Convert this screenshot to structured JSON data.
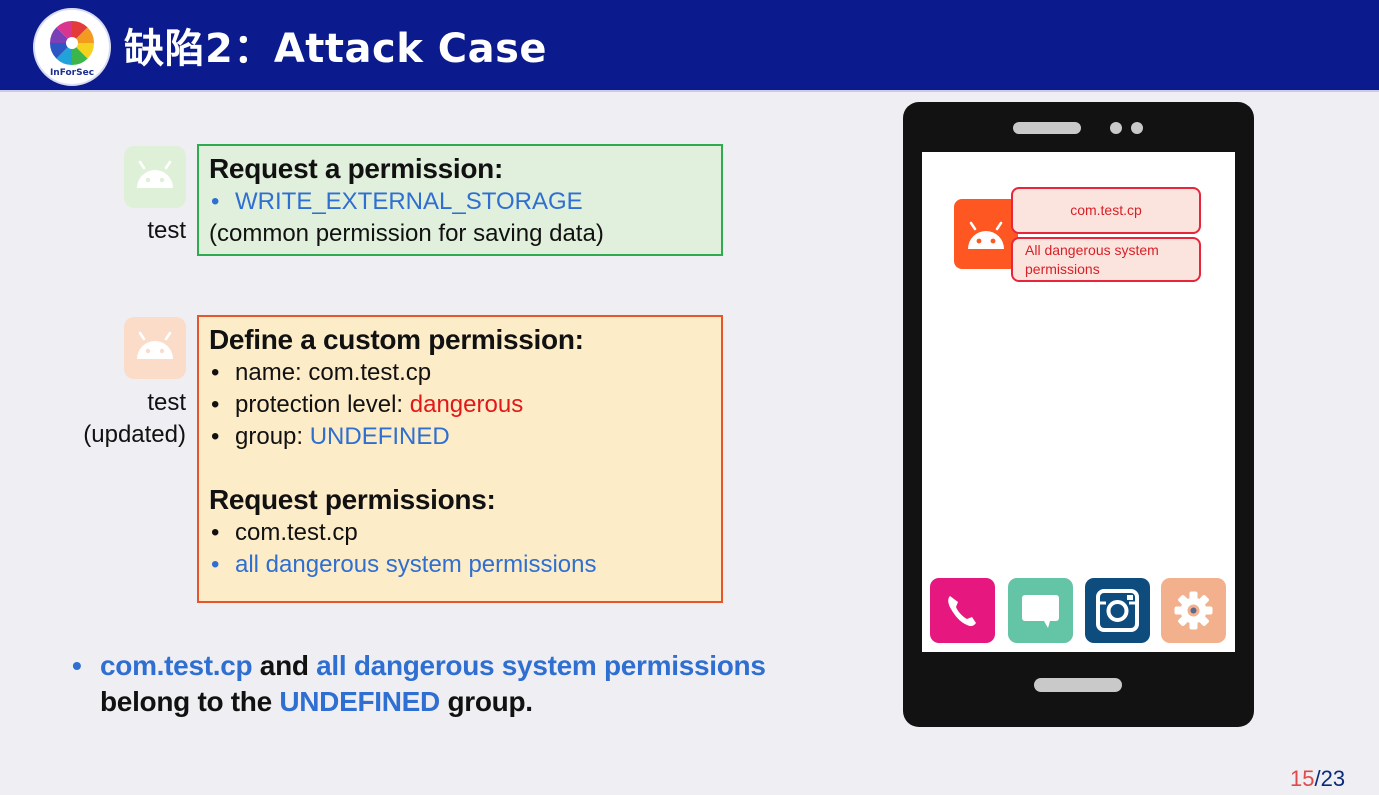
{
  "slide": {
    "title": "缺陷2：Attack Case",
    "logo_label": "InForSec",
    "page_current": "15",
    "page_separator": "/",
    "page_total": "23"
  },
  "apps": {
    "test_label": "test",
    "updated_line1": "test",
    "updated_line2": "(updated)"
  },
  "request_box": {
    "heading": "Request a permission:",
    "permission": "WRITE_EXTERNAL_STORAGE",
    "note": "(common permission for saving data)"
  },
  "define_box": {
    "heading": "Define a custom permission:",
    "name_label": "name: ",
    "name_value": "com.test.cp",
    "protection_label": "protection level: ",
    "protection_value": "dangerous",
    "group_label": "group: ",
    "group_value": "UNDEFINED",
    "request_heading": "Request permissions:",
    "request_item1": "com.test.cp",
    "request_item2": "all dangerous system permissions"
  },
  "summary": {
    "part1": "com.test.cp",
    "part2": " and ",
    "part3": "all dangerous system permissions",
    "part4": "belong to the ",
    "part5": "UNDEFINED",
    "part6": " group."
  },
  "phone": {
    "popup_permission": "com.test.cp",
    "popup_all": "All dangerous system permissions",
    "dock_icons": [
      "phone-icon",
      "message-icon",
      "camera-icon",
      "settings-icon"
    ]
  },
  "colors": {
    "header": "#0b1a8c",
    "accent_blue": "#2f6fd1",
    "danger_red": "#e01818",
    "green_border": "#2eaa4f",
    "orange_border": "#e6552b"
  }
}
